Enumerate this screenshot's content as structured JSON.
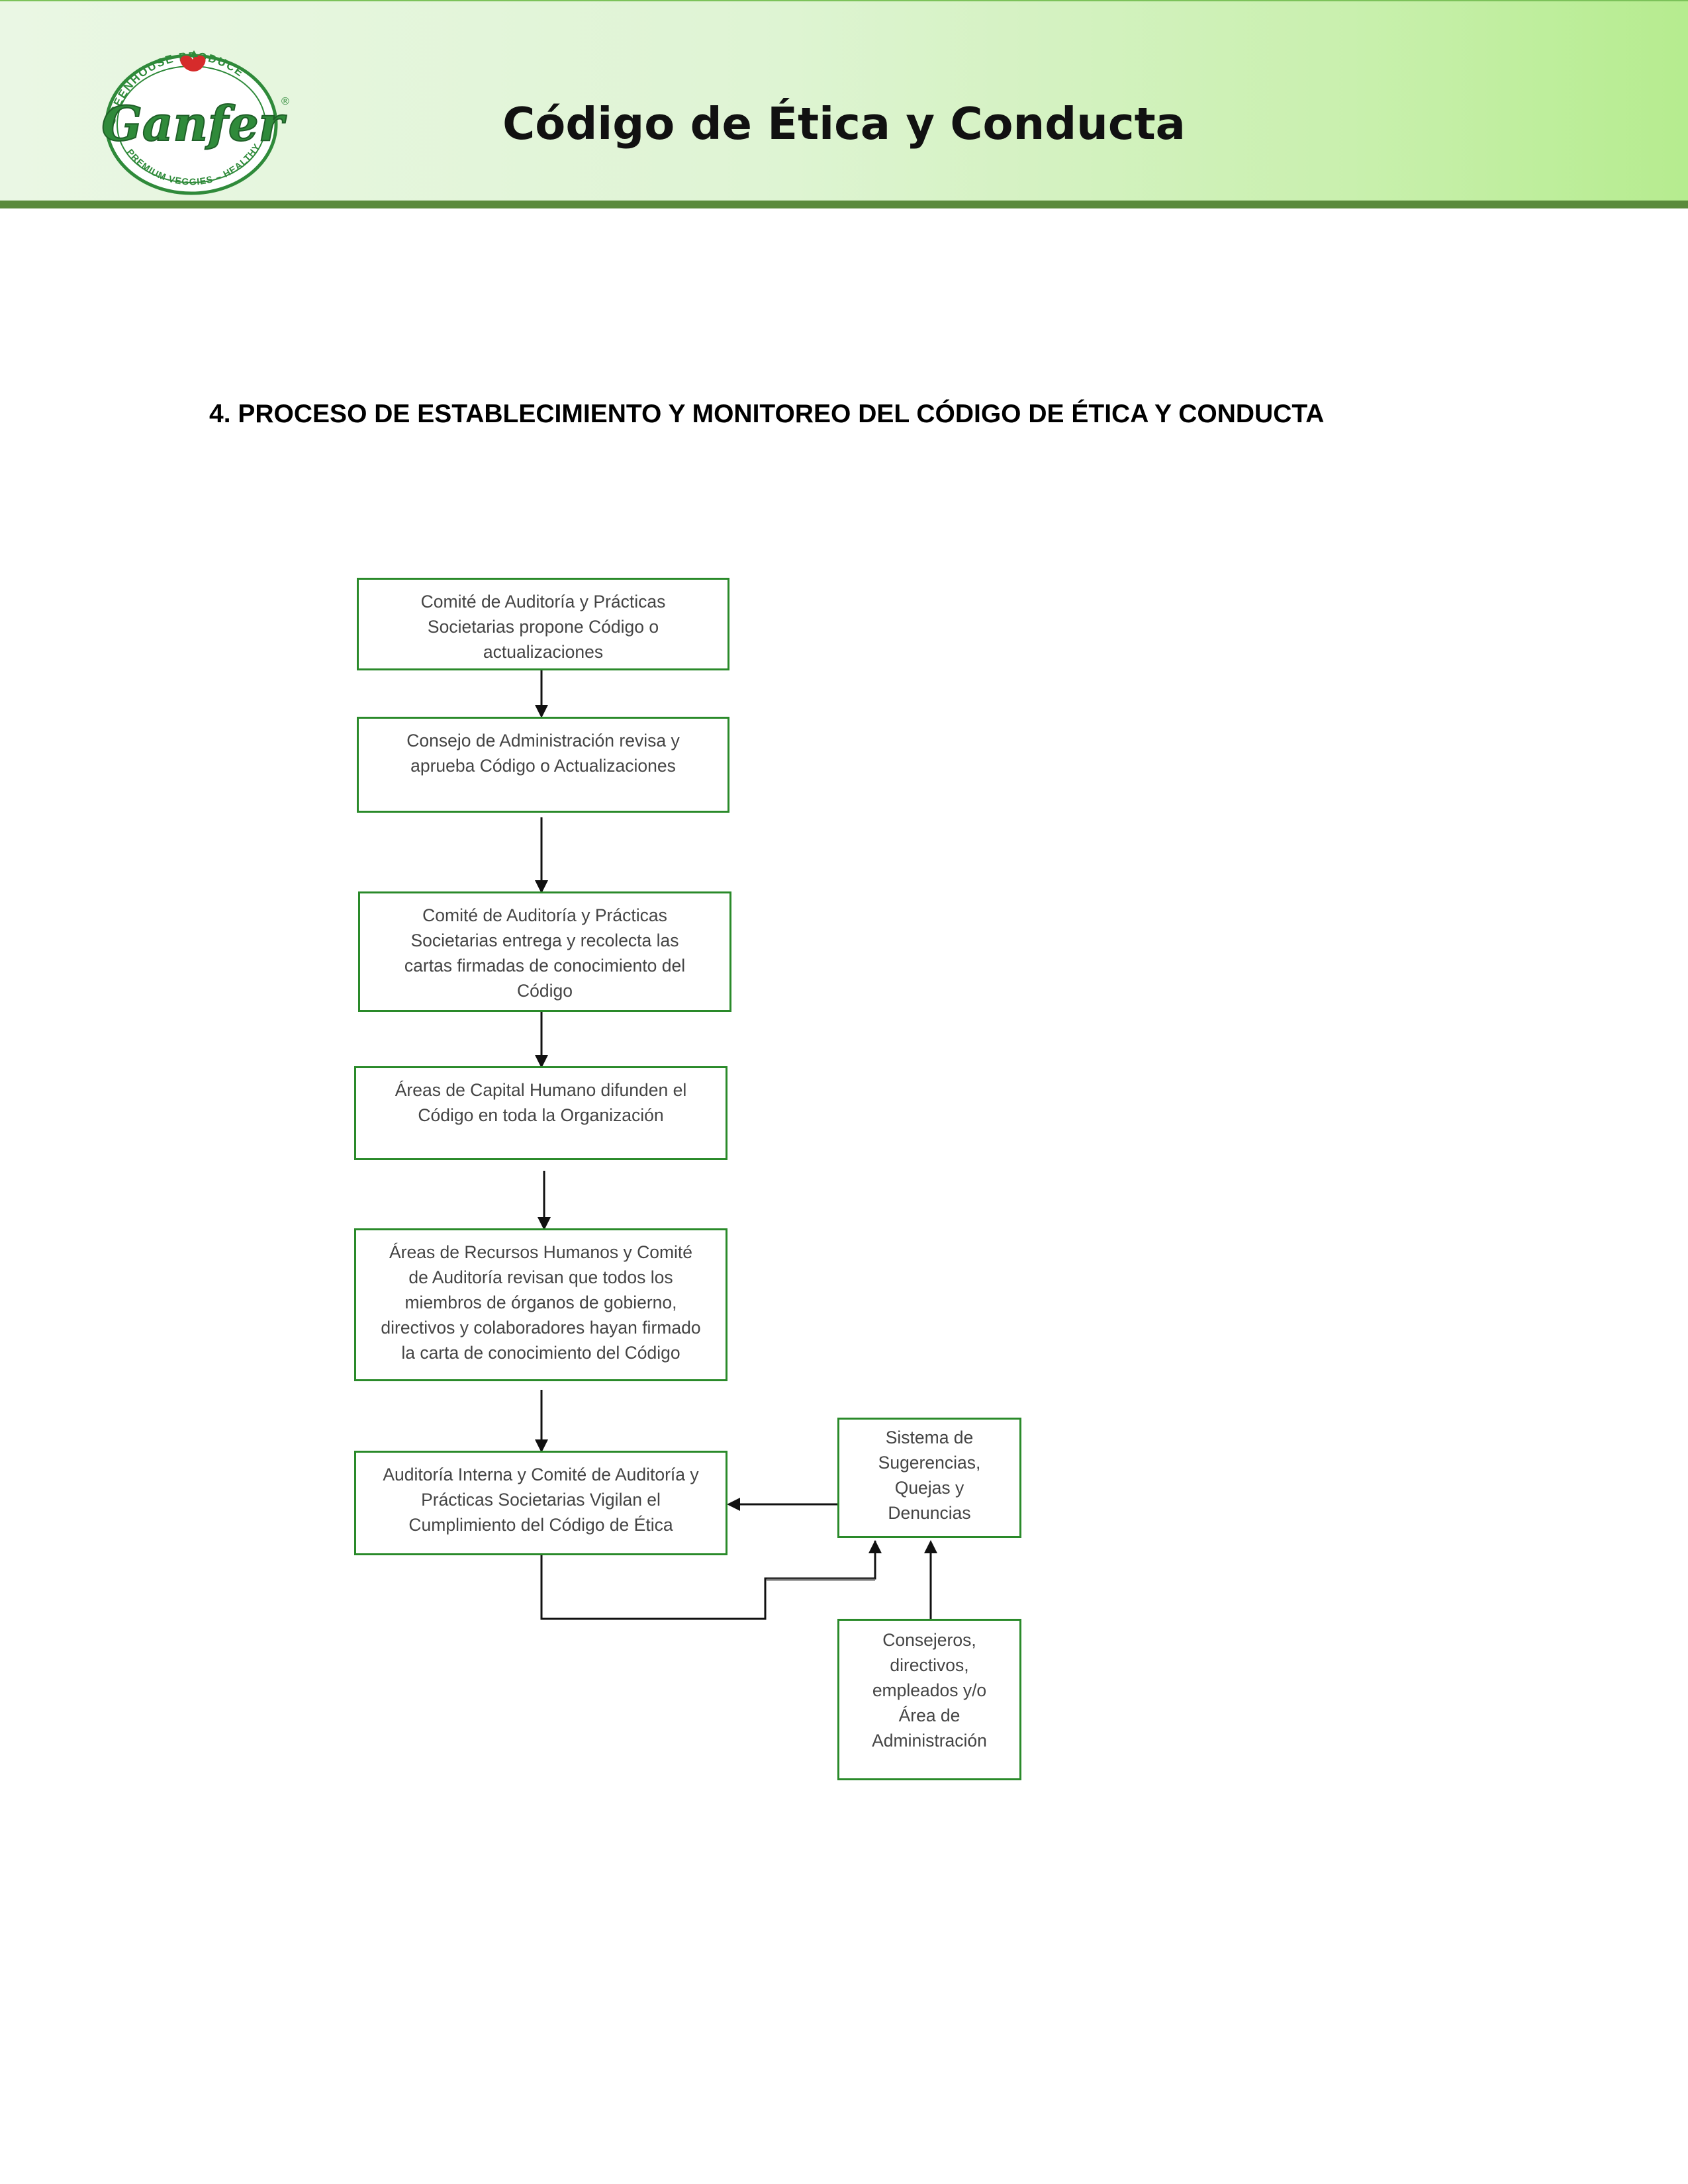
{
  "header": {
    "title": "Código de Ética y Conducta",
    "logo": {
      "brand": "Ganfer",
      "top_arc": "GREENHOUSE PRODUCE",
      "bottom_arc": "PREMIUM VEGGIES – HEALTHY LIFE",
      "mark": "®"
    }
  },
  "section": {
    "heading": "4. PROCESO DE ESTABLECIMIENTO Y MONITOREO DEL CÓDIGO DE ÉTICA Y CONDUCTA"
  },
  "flowchart": {
    "nodes": [
      {
        "id": "n1",
        "lines": [
          "Comité de Auditoría y Prácticas",
          "Societarias propone Código o",
          "actualizaciones"
        ]
      },
      {
        "id": "n2",
        "lines": [
          "Consejo de Administración revisa y",
          "aprueba Código o Actualizaciones"
        ]
      },
      {
        "id": "n3",
        "lines": [
          "Comité de Auditoría y Prácticas",
          "Societarias entrega y recolecta las",
          "cartas firmadas de conocimiento del",
          "Código"
        ]
      },
      {
        "id": "n4",
        "lines": [
          "Áreas de Capital Humano difunden el",
          "Código en toda la Organización"
        ]
      },
      {
        "id": "n5",
        "lines": [
          "Áreas de Recursos Humanos y Comité",
          "de Auditoría revisan que todos los",
          "miembros de órganos de gobierno,",
          "directivos y colaboradores hayan firmado",
          "la carta de conocimiento del Código"
        ]
      },
      {
        "id": "n6",
        "lines": [
          "Auditoría Interna y Comité de Auditoría y",
          "Prácticas Societarias Vigilan el",
          "Cumplimiento del Código de Ética"
        ]
      },
      {
        "id": "n7",
        "lines": [
          "Sistema de",
          "Sugerencias,",
          "Quejas y",
          "Denuncias"
        ]
      },
      {
        "id": "n8",
        "lines": [
          "Consejeros,",
          "directivos,",
          "empleados y/o",
          "Área de",
          "Administración"
        ]
      }
    ],
    "edges": [
      {
        "from": "n1",
        "to": "n2"
      },
      {
        "from": "n2",
        "to": "n3"
      },
      {
        "from": "n3",
        "to": "n4"
      },
      {
        "from": "n4",
        "to": "n5"
      },
      {
        "from": "n5",
        "to": "n6"
      },
      {
        "from": "n7",
        "to": "n6"
      },
      {
        "from": "n6",
        "to": "n7"
      },
      {
        "from": "n8",
        "to": "n7"
      }
    ],
    "colors": {
      "box_border": "#2a8a2a",
      "box_text": "#444444",
      "arrow": "#111111",
      "elbow_connector": "#777777"
    }
  },
  "colors": {
    "header_rule": "#5a8a3c",
    "logo_green": "#2f8a3a",
    "logo_red": "#d62b2b"
  }
}
